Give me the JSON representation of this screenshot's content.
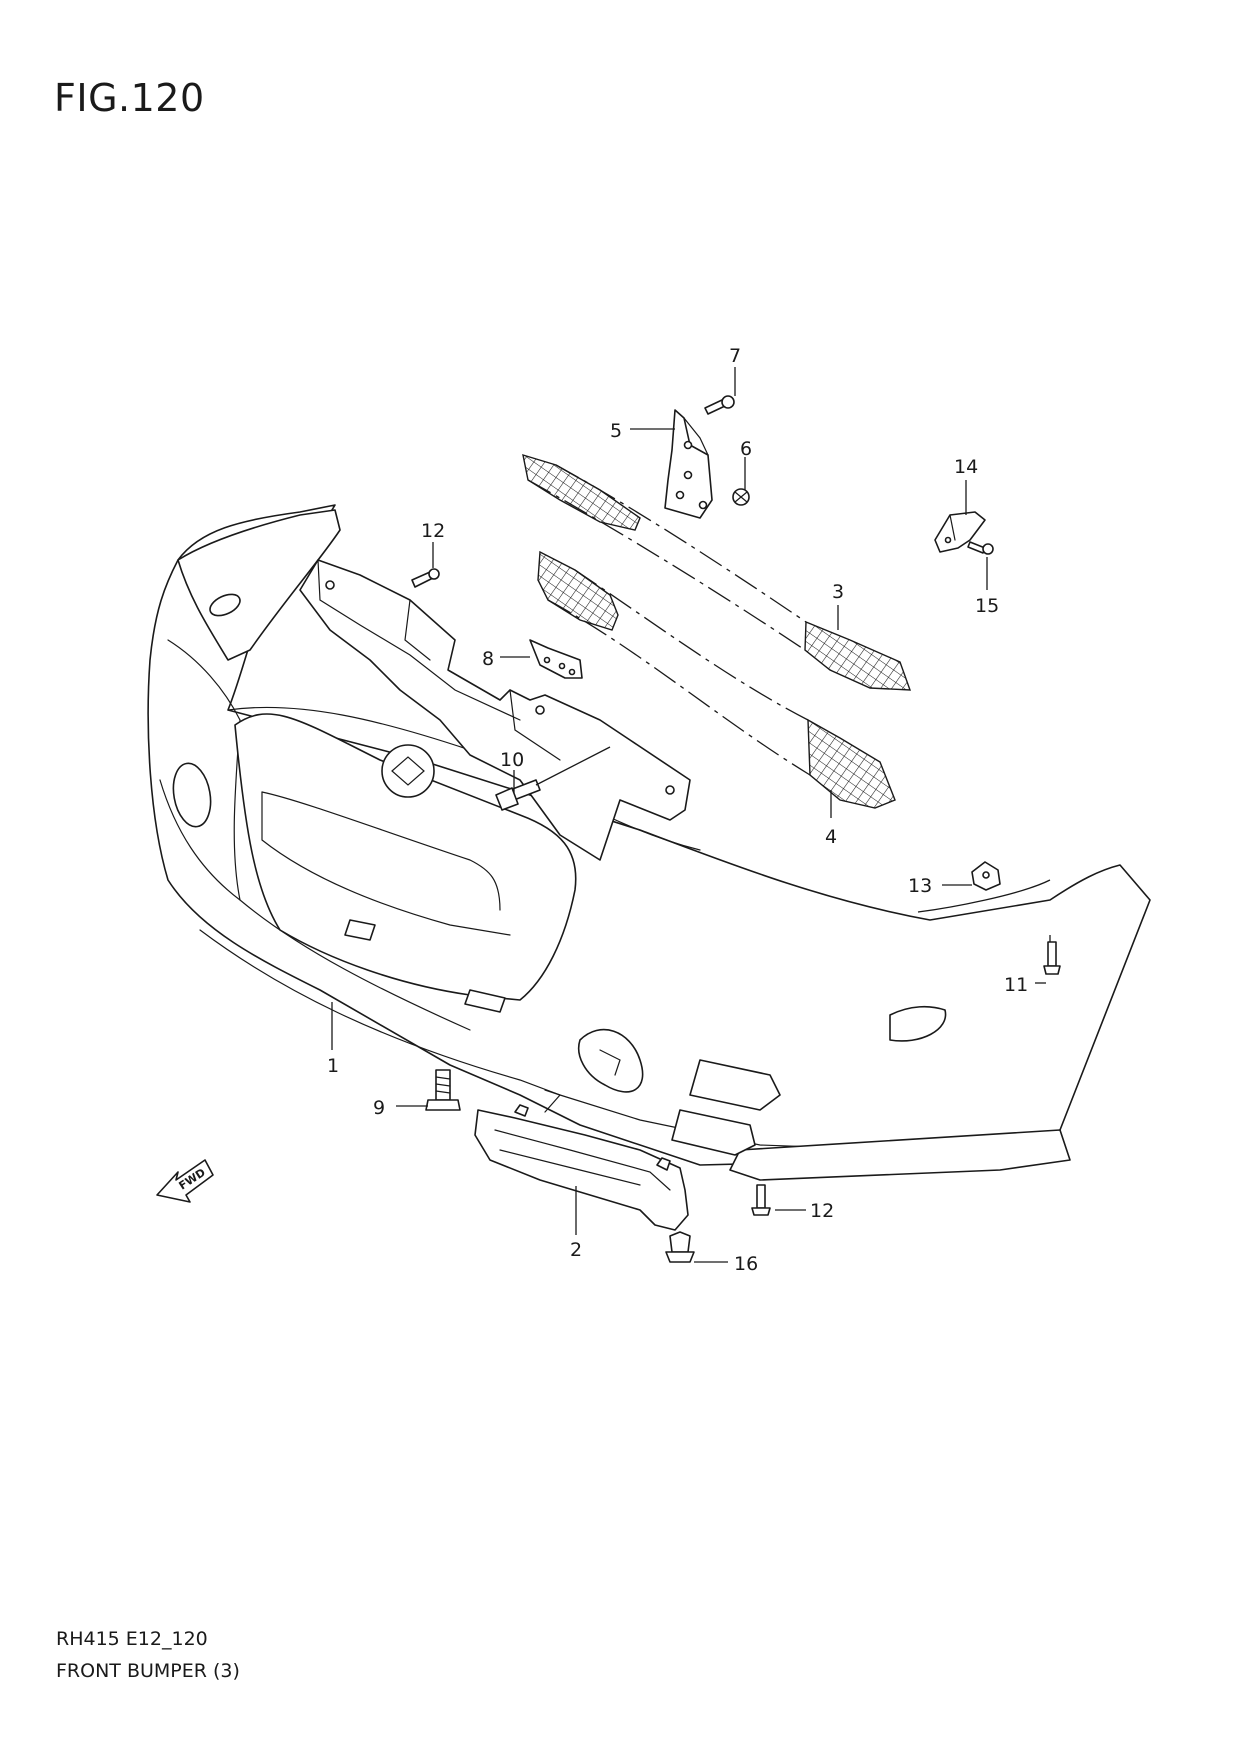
{
  "figure": {
    "title": "FIG.120",
    "model_code": "RH415 E12_120",
    "name": "FRONT BUMPER (3)"
  },
  "direction_marker": {
    "label": "FWD",
    "icon": "forward-arrow-icon"
  },
  "callouts": [
    {
      "id": "1",
      "label": "1"
    },
    {
      "id": "2",
      "label": "2"
    },
    {
      "id": "3",
      "label": "3"
    },
    {
      "id": "4",
      "label": "4"
    },
    {
      "id": "5",
      "label": "5"
    },
    {
      "id": "6",
      "label": "6"
    },
    {
      "id": "7",
      "label": "7"
    },
    {
      "id": "8",
      "label": "8"
    },
    {
      "id": "9",
      "label": "9"
    },
    {
      "id": "10",
      "label": "10"
    },
    {
      "id": "11",
      "label": "11"
    },
    {
      "id": "12a",
      "label": "12"
    },
    {
      "id": "12b",
      "label": "12"
    },
    {
      "id": "13",
      "label": "13"
    },
    {
      "id": "14",
      "label": "14"
    },
    {
      "id": "15",
      "label": "15"
    },
    {
      "id": "16",
      "label": "16"
    }
  ]
}
